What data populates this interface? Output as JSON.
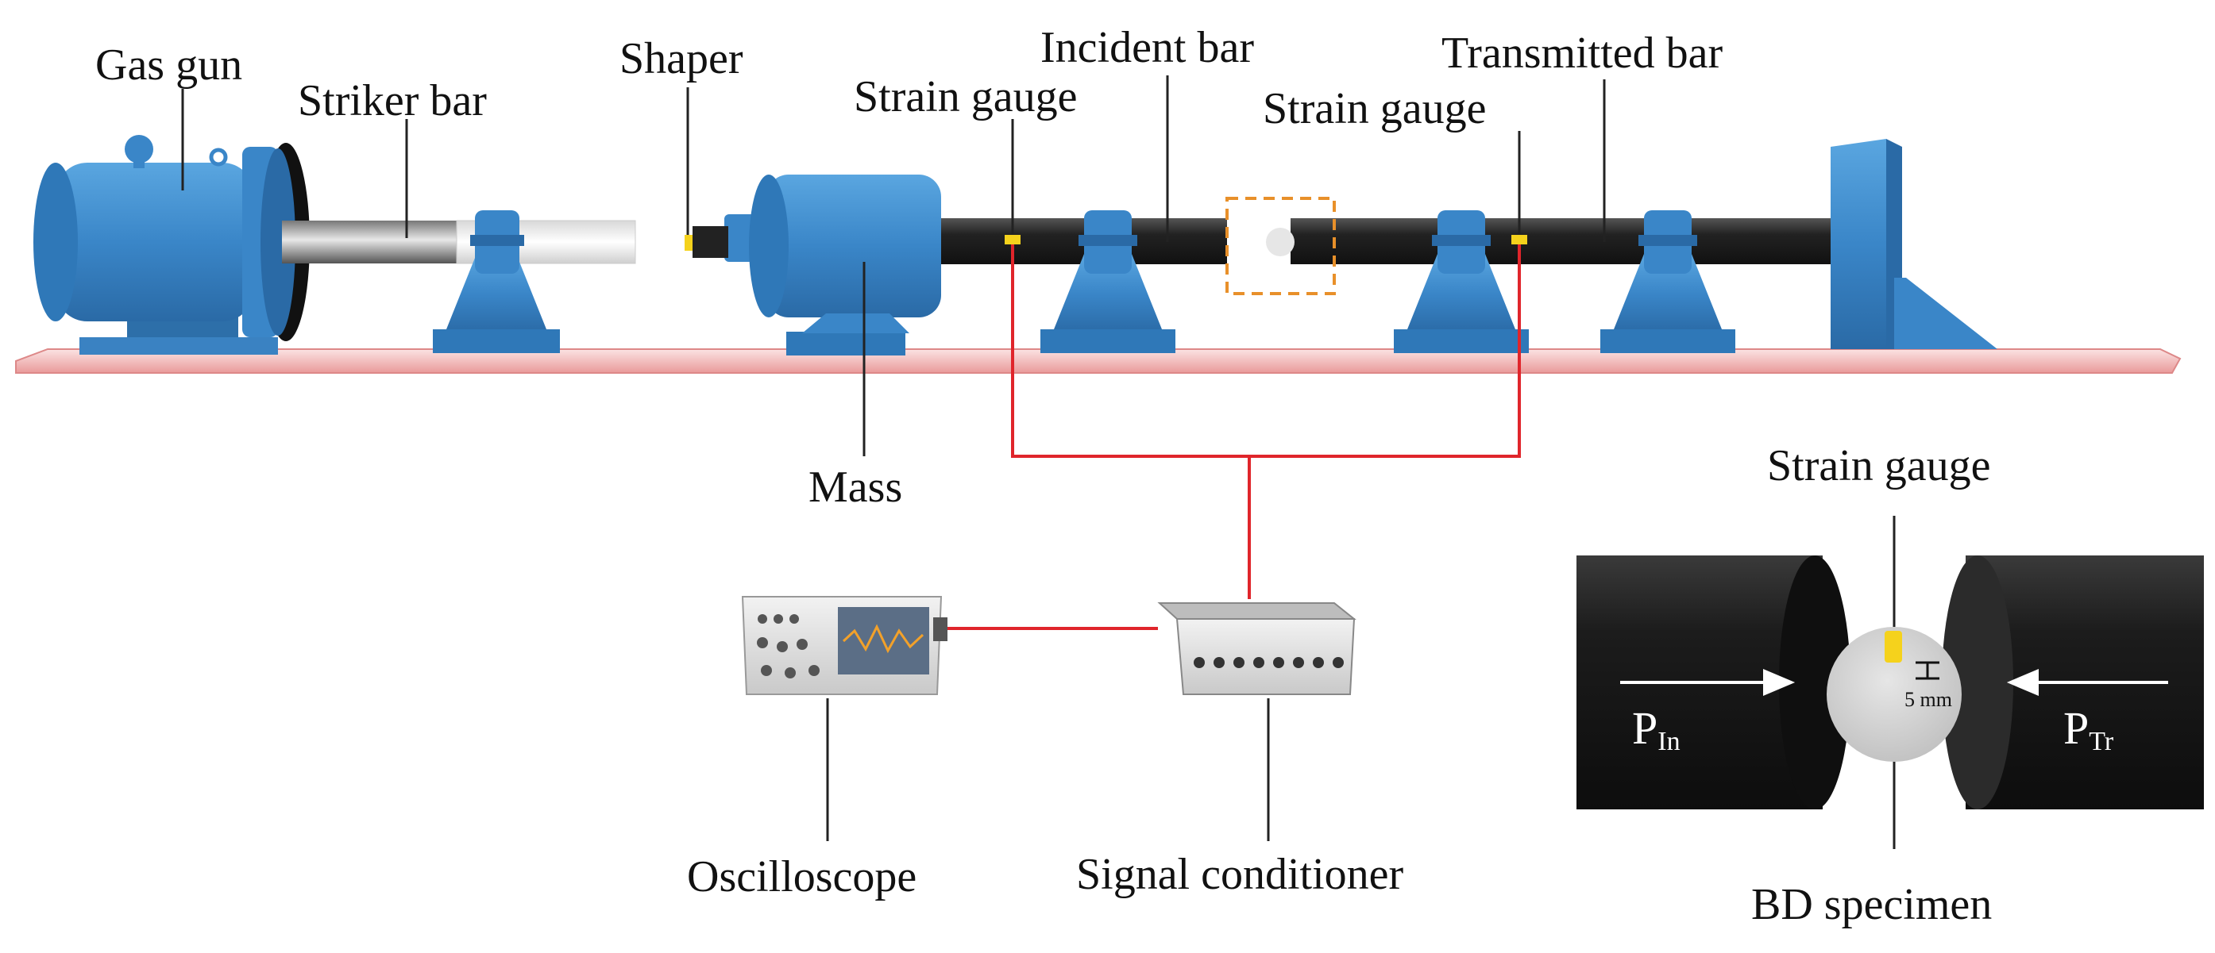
{
  "labels": {
    "gas_gun": "Gas gun",
    "striker_bar": "Striker bar",
    "shaper": "Shaper",
    "strain_gauge_1": "Strain gauge",
    "incident_bar": "Incident bar",
    "strain_gauge_2": "Strain gauge",
    "transmitted_bar": "Transmitted bar",
    "mass": "Mass",
    "oscilloscope": "Oscilloscope",
    "signal_conditioner": "Signal conditioner",
    "inset_strain_gauge": "Strain gauge",
    "bd_specimen": "BD specimen",
    "p_in_main": "P",
    "p_in_sub": "In",
    "p_tr_main": "P",
    "p_tr_sub": "Tr",
    "scale": "5 mm"
  },
  "colors": {
    "equipment_blue": "#3f8fcf",
    "bar_black": "#1a1a1a",
    "wire_red": "#e0252b",
    "gauge_yellow": "#f5d21c",
    "floor_pink": "#f4b7b7",
    "dash_orange": "#e8902a"
  }
}
